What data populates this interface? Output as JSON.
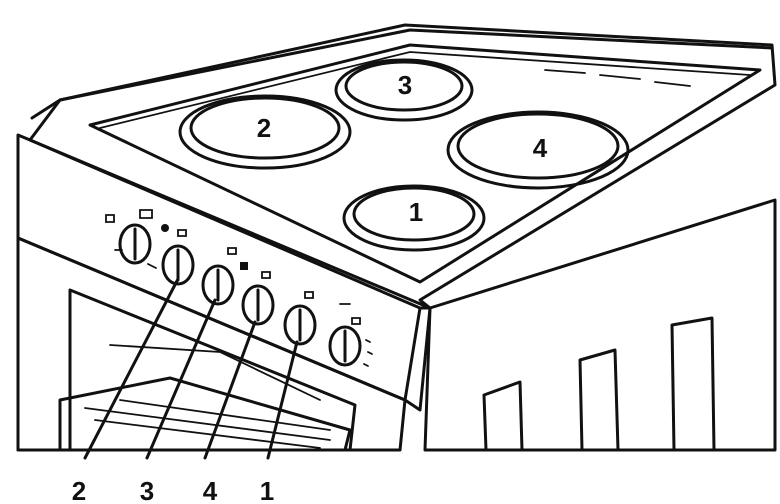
{
  "hob_zones": [
    {
      "id": "front-right",
      "label": "1"
    },
    {
      "id": "back-left",
      "label": "2"
    },
    {
      "id": "back-right",
      "label": "3"
    },
    {
      "id": "front-left",
      "label": "4"
    }
  ],
  "knob_callouts": [
    {
      "label": "2"
    },
    {
      "label": "3"
    },
    {
      "label": "4"
    },
    {
      "label": "1"
    }
  ],
  "colors": {
    "ink": "#111111",
    "background": "#ffffff"
  }
}
